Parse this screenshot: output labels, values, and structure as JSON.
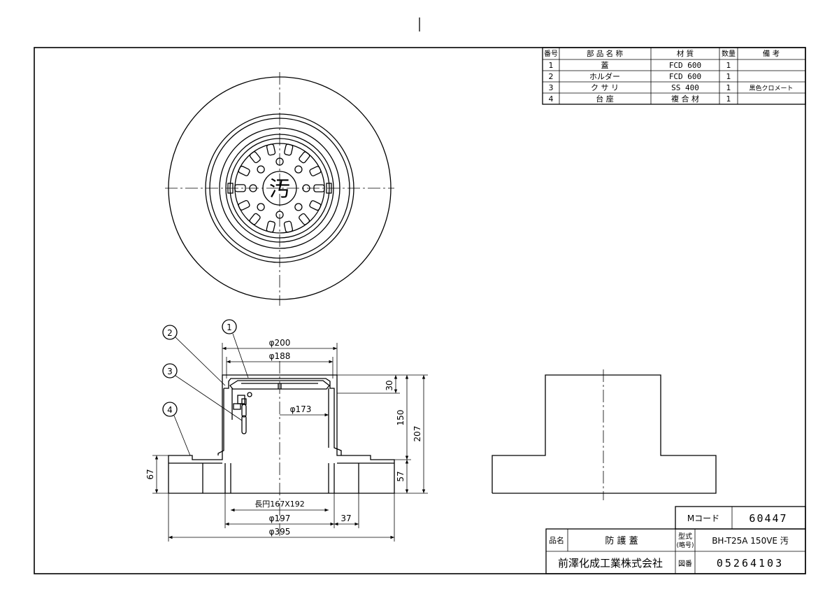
{
  "parts_table": {
    "headers": {
      "no": "番号",
      "name": "部 品 名 称",
      "material": "材 質",
      "qty": "数量",
      "remarks": "備 考"
    },
    "rows": [
      {
        "no": "1",
        "name": "蓋",
        "material": "FCD 600",
        "qty": "1",
        "remarks": ""
      },
      {
        "no": "2",
        "name": "ホルダー",
        "material": "FCD 600",
        "qty": "1",
        "remarks": ""
      },
      {
        "no": "3",
        "name": "ク サ リ",
        "material": "SS 400",
        "qty": "1",
        "remarks": "黒色クロメート"
      },
      {
        "no": "4",
        "name": "台 座",
        "material": "複 合 材",
        "qty": "1",
        "remarks": ""
      }
    ]
  },
  "cover_mark": "汚",
  "callouts": [
    "1",
    "2",
    "3",
    "4"
  ],
  "dimensions": {
    "d200": "φ200",
    "d188": "φ188",
    "d173": "φ173",
    "oval": "長円167X192",
    "d197": "φ197",
    "d395": "φ395",
    "w37": "37",
    "h30": "30",
    "h150": "150",
    "h207": "207",
    "h57": "57",
    "h67": "67"
  },
  "title_block": {
    "mcode_label": "Mコード",
    "mcode_value": "60447",
    "product_label": "品名",
    "product_value": "防 護 蓋",
    "model_label_1": "型式",
    "model_label_2": "(略号)",
    "model_value": "BH-T25A 150VE 汚",
    "company": "前澤化成工業株式会社",
    "drawing_no_label": "図番",
    "drawing_no_value": "05264103"
  }
}
